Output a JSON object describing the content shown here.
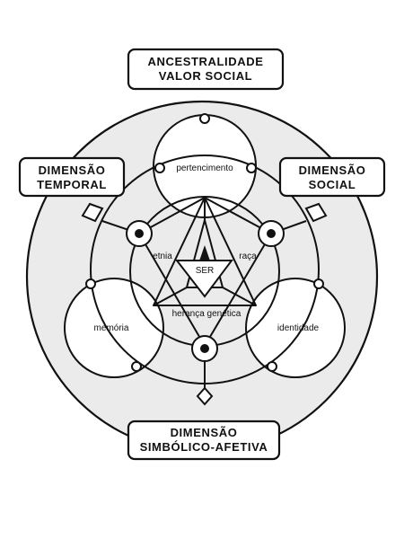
{
  "labels": {
    "top_box": [
      "ANCESTRALIDADE",
      "VALOR SOCIAL"
    ],
    "left_box": [
      "DIMENSÃO",
      "TEMPORAL"
    ],
    "right_box": [
      "DIMENSÃO",
      "SOCIAL"
    ],
    "bottom_box": [
      "DIMENSÃO",
      "SIMBÓLICO-AFETIVA"
    ],
    "circle_top": "pertencimento",
    "circle_left": "memória",
    "circle_right": "identidade",
    "inner_left": "etnia",
    "inner_right": "raça",
    "inner_bottom": "herança genética",
    "core": "SER"
  },
  "colors": {
    "outer_fill": "#ebebeb",
    "stroke": "#111111",
    "background": "#ffffff"
  }
}
